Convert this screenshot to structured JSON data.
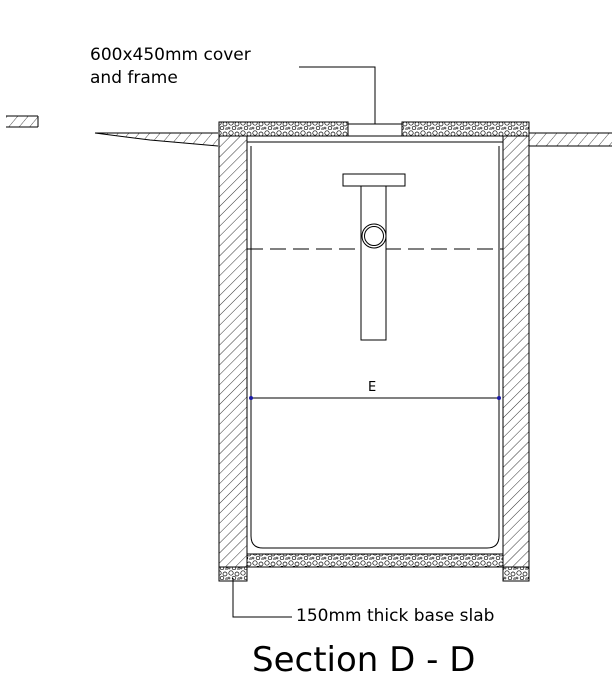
{
  "labels": {
    "cover_line1": "600x450mm cover",
    "cover_line2": "and frame",
    "base_slab": "150mm thick base slab",
    "section_title": "Section D - D",
    "dimension": "E"
  },
  "colors": {
    "line": "#000000",
    "dimension": "#1a1aa8"
  }
}
